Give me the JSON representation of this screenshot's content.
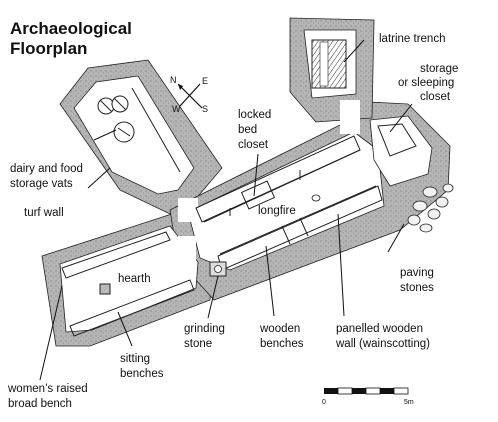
{
  "title": {
    "line1": "Archaeological",
    "line2": "Floorplan"
  },
  "compass": {
    "n": "N",
    "e": "E",
    "s": "S",
    "w": "W"
  },
  "labels": {
    "latrine": "latrine trench",
    "storage1": "storage",
    "storage2": "or sleeping",
    "storage3": "closet",
    "locked1": "locked",
    "locked2": "bed",
    "locked3": "closet",
    "dairy1": "dairy and food",
    "dairy2": "storage vats",
    "turf": "turf wall",
    "longfire": "longfire",
    "hearth": "hearth",
    "paving1": "paving",
    "paving2": "stones",
    "grinding1": "grinding",
    "grinding2": "stone",
    "benches1": "wooden",
    "benches2": "benches",
    "panel1": "panelled wooden",
    "panel2": "wall (wainscotting)",
    "sitting1": "sitting",
    "sitting2": "benches",
    "women1": "women’s raised",
    "women2": "broad bench"
  },
  "scalebar": {
    "min": "0",
    "max": "5m"
  },
  "colors": {
    "wall": "#b3b3b3",
    "line": "#111111",
    "floor": "#ffffff"
  }
}
